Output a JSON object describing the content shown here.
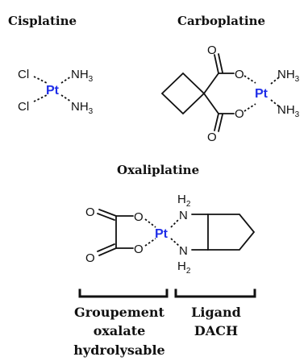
{
  "titles": {
    "cisplatine": "Cisplatine",
    "carboplatine": "Carboplatine",
    "oxaliplatine": "Oxaliplatine"
  },
  "atoms": {
    "pt": "Pt",
    "cl": "Cl",
    "n": "N",
    "nh": "NH",
    "h": "H",
    "o": "O",
    "sub3": "3",
    "sub2": "2"
  },
  "captions": {
    "groupement": [
      "Groupement",
      "oxalate",
      "hydrolysable"
    ],
    "ligand": [
      "Ligand",
      "DACH"
    ]
  }
}
